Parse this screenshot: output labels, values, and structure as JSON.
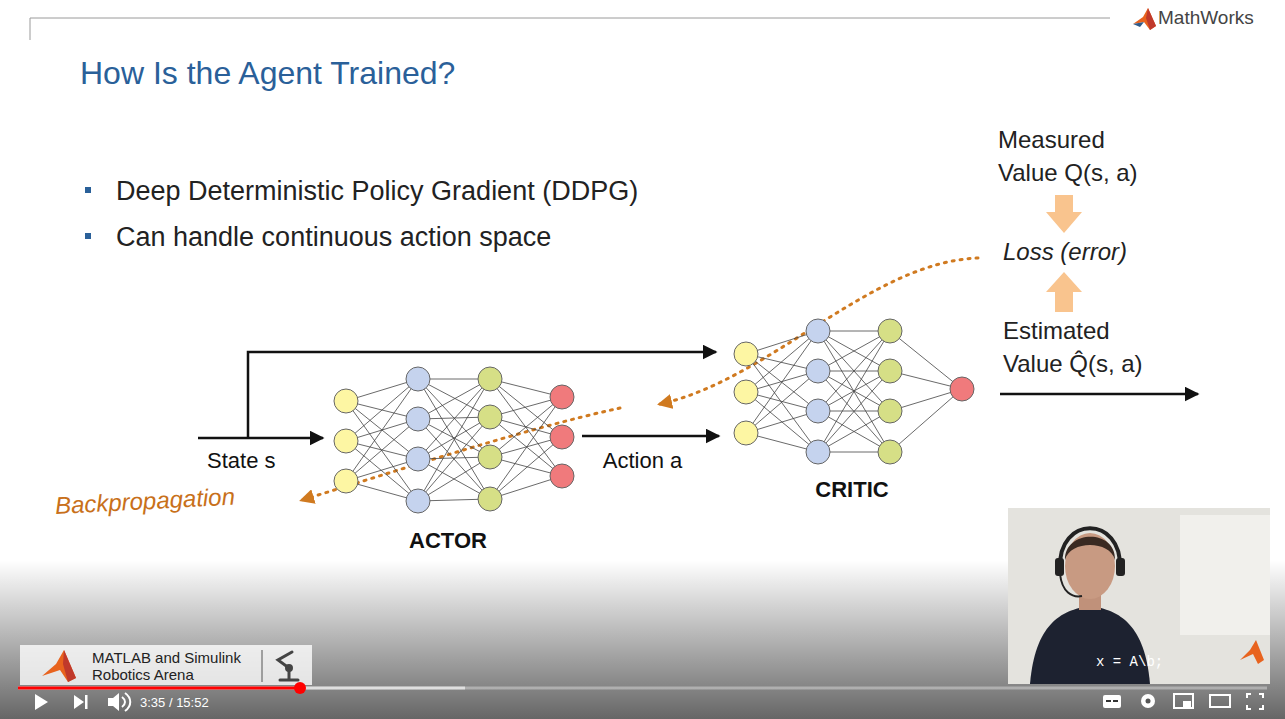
{
  "diagram": {
    "title": "How Is the Agent Trained?",
    "nodes": [
      {
        "text": [
          "ACTOR"
        ]
      },
      {
        "text": [
          "CRITIC"
        ]
      }
    ],
    "edges": [
      {
        "from": 0,
        "to": 1,
        "arrow": "to",
        "label": "Action a"
      }
    ],
    "labels": [
      "Deep Deterministic Policy Gradient (DDPG)",
      "Can handle continuous action space",
      "Measured Value Q(s, a)",
      "Loss (error)",
      "Estimated Value Q̂(s, a)",
      "State s",
      "Backpropagation",
      "MathWorks",
      "MATLAB and Simulink",
      "Robotics Arena",
      "3:35 / 15:52",
      "x = A\\b;"
    ]
  }
}
